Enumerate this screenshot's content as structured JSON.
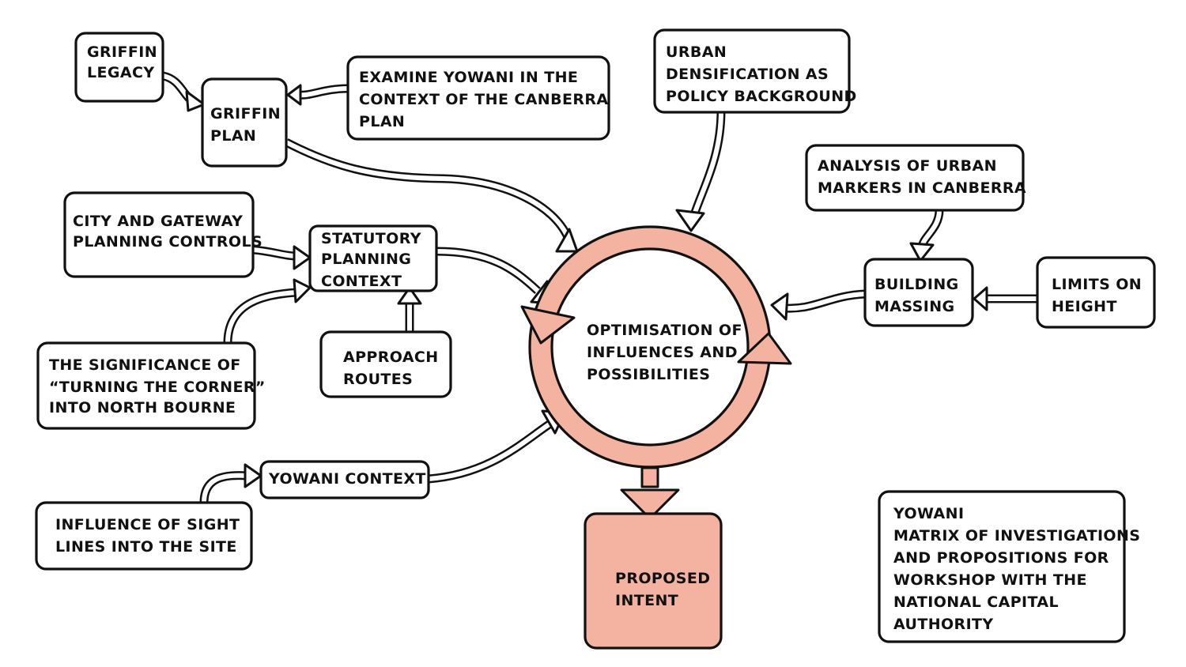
{
  "nodes": {
    "griffin_legacy": [
      "GRIFFIN",
      "LEGACY"
    ],
    "griffin_plan": [
      "GRIFFIN",
      "PLAN"
    ],
    "examine_yowani": [
      "EXAMINE YOWANI IN THE",
      "CONTEXT OF THE CANBERRA",
      "PLAN"
    ],
    "urban_densification": [
      "URBAN",
      "DENSIFICATION AS",
      "POLICY BACKGROUND"
    ],
    "analysis_markers": [
      "ANALYSIS OF URBAN",
      "MARKERS IN CANBERRA"
    ],
    "city_gateway": [
      "CITY AND GATEWAY",
      "PLANNING CONTROLS"
    ],
    "statutory": [
      "STATUTORY",
      "PLANNING",
      "CONTEXT"
    ],
    "approach_routes": [
      "APPROACH",
      "ROUTES"
    ],
    "turning_corner": [
      "THE SIGNIFICANCE OF",
      "“TURNING THE CORNER”",
      "INTO NORTH BOURNE"
    ],
    "building_massing": [
      "BUILDING",
      "MASSING"
    ],
    "limits_height": [
      "LIMITS ON",
      "HEIGHT"
    ],
    "centre": [
      "OPTIMISATION OF",
      "INFLUENCES AND",
      "POSSIBILITIES"
    ],
    "yowani_context": [
      "YOWANI CONTEXT"
    ],
    "sight_lines": [
      "INFLUENCE OF SIGHT",
      "LINES INTO THE SITE"
    ],
    "proposed_intent": [
      "PROPOSED",
      "INTENT"
    ],
    "caption": [
      "YOWANI",
      "MATRIX OF INVESTIGATIONS",
      "AND PROPOSITIONS FOR",
      "WORKSHOP WITH THE",
      "NATIONAL CAPITAL",
      "AUTHORITY"
    ]
  },
  "colors": {
    "accent_salmon": "#f4b3a0",
    "ink": "#111111",
    "background": "#ffffff"
  }
}
